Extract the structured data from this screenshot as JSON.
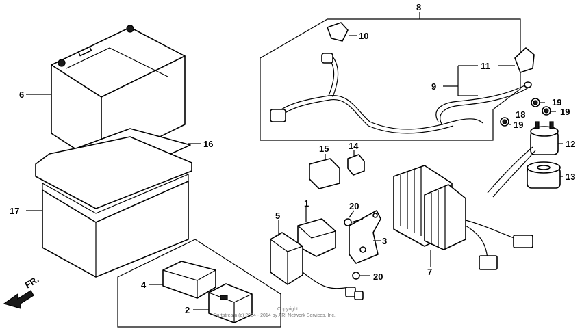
{
  "diagram": {
    "callouts": {
      "c1": "1",
      "c2": "2",
      "c3": "3",
      "c4": "4",
      "c5": "5",
      "c6": "6",
      "c7": "7",
      "c8": "8",
      "c9": "9",
      "c10": "10",
      "c11": "11",
      "c12": "12",
      "c13": "13",
      "c14": "14",
      "c15": "15",
      "c16": "16",
      "c17": "17",
      "c18": "18",
      "c19a": "19",
      "c19b": "19",
      "c19c": "19",
      "c20a": "20",
      "c20b": "20"
    },
    "fr_label": "FR.",
    "copyright_line1": "Copyright",
    "copyright_line2": "Partstream (c) 2004 - 2014 by ARI Network Services, Inc."
  }
}
